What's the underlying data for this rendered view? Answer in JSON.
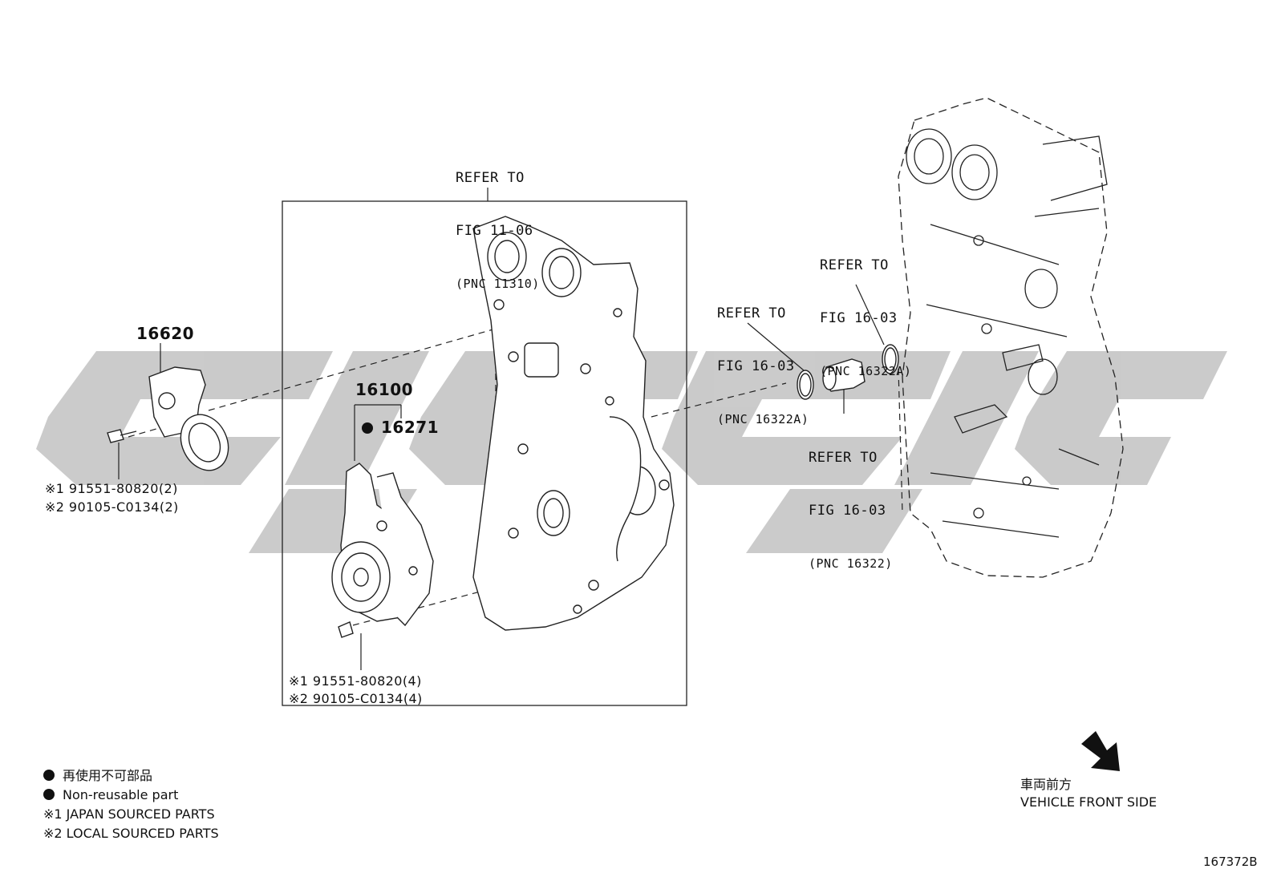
{
  "watermark": {
    "color": "#c8c8c8",
    "brand": "watermark-logo"
  },
  "callouts": {
    "top": {
      "line1": "REFER TO",
      "line2": "FIG 11-06",
      "line3": "(PNC 11310)"
    },
    "seal_left": {
      "line1": "REFER TO",
      "line2": "FIG 16-03",
      "line3": "(PNC 16322A)"
    },
    "seal_right": {
      "line1": "REFER TO",
      "line2": "FIG 16-03",
      "line3": "(PNC 16322A)"
    },
    "outlet": {
      "line1": "REFER TO",
      "line2": "FIG 16-03",
      "line3": "(PNC 16322)"
    }
  },
  "parts": {
    "tensioner": {
      "number": "16620",
      "bolt_line1": "※1 91551-80820(2)",
      "bolt_line2": "※2 90105-C0134(2)"
    },
    "pump": {
      "number": "16100",
      "gasket": "16271",
      "bolt_line1": "※1 91551-80820(4)",
      "bolt_line2": "※2 90105-C0134(4)"
    }
  },
  "legend": {
    "row1": "再使用不可部品",
    "row2": "Non-reusable part",
    "row3": "※1 JAPAN SOURCED PARTS",
    "row4": "※2 LOCAL SOURCED PARTS"
  },
  "front": {
    "jp": "車両前方",
    "en": "VEHICLE FRONT SIDE"
  },
  "figure_id": "167372B"
}
